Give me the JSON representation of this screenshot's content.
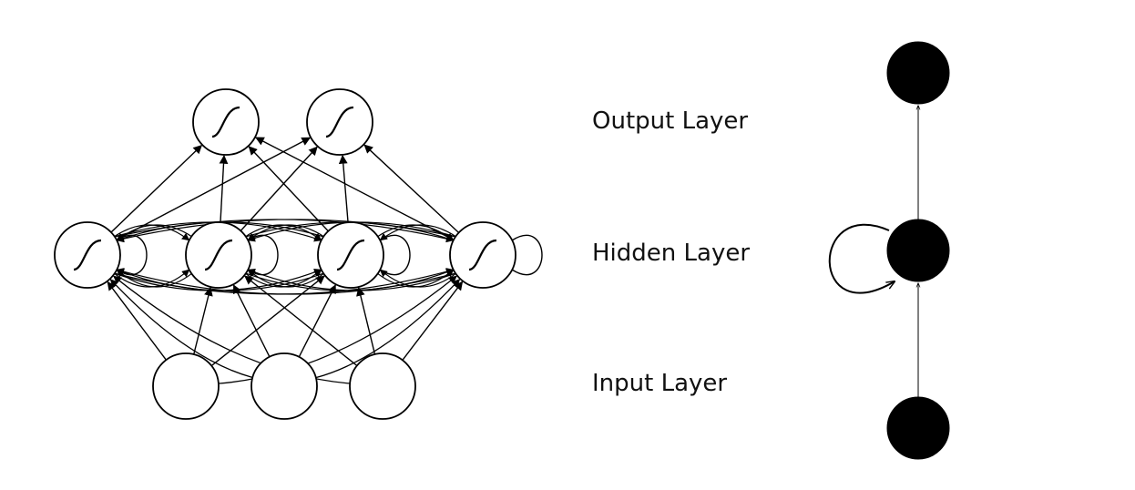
{
  "labels": {
    "output": "Output Layer",
    "hidden": "Hidden Layer",
    "input": "Input Layer"
  },
  "network": {
    "input_nodes": 3,
    "hidden_nodes": 4,
    "output_nodes": 2,
    "hidden_activation_icon": "sigmoid-icon",
    "output_activation_icon": "sigmoid-icon",
    "hidden_self_loops": true
  },
  "compact_view": {
    "node_count": 3,
    "hidden_recurrent_loop": true
  },
  "colors": {
    "stroke": "#000000",
    "node_fill": "#ffffff",
    "compact_node_fill": "#000000",
    "background": "#ffffff"
  }
}
